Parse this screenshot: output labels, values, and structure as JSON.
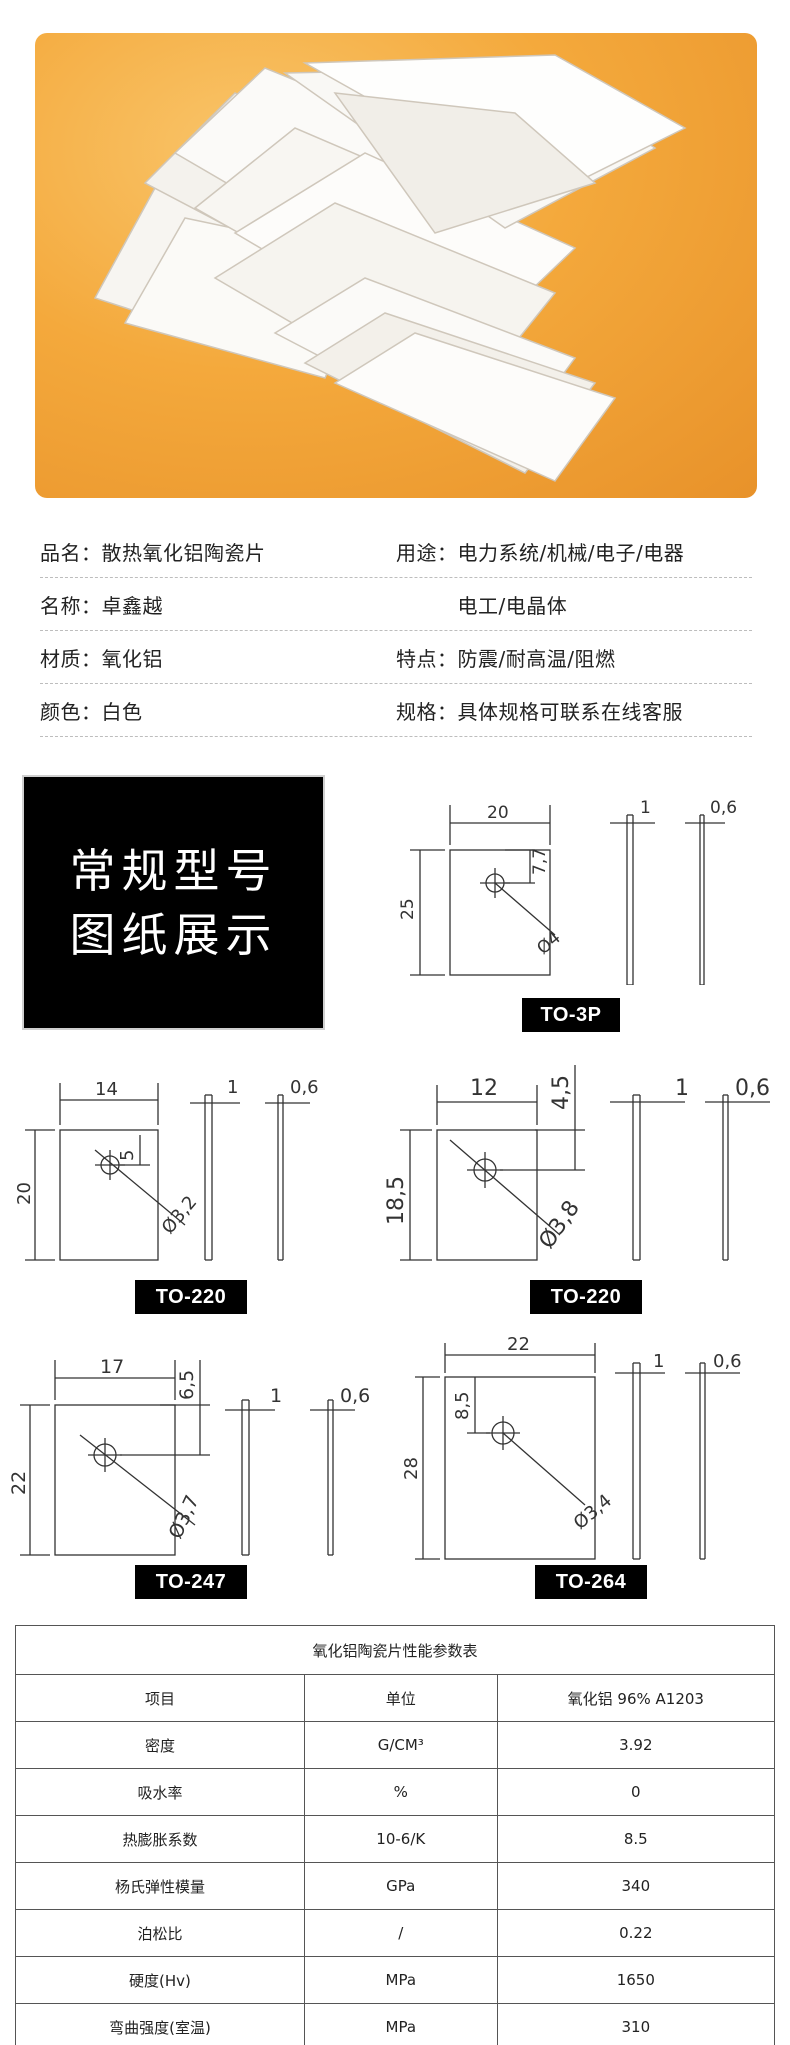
{
  "info": {
    "rows": [
      {
        "left": "品名：散热氧化铝陶瓷片",
        "right": "用途：电力系统/机械/电子/电器"
      },
      {
        "left": "名称：卓鑫越",
        "right": "　　　电工/电晶体"
      },
      {
        "left": "材质：氧化铝",
        "right": "特点：防震/耐高温/阻燃"
      },
      {
        "left": "颜色：白色",
        "right": "规格：具体规格可联系在线客服"
      }
    ]
  },
  "drawings": {
    "header_lines": [
      "常规型号",
      "图纸展示"
    ],
    "d1": {
      "tag": "TO-3P",
      "w": "20",
      "h": "25",
      "hole_off": "7,7",
      "dia": "Ø4",
      "t1": "1",
      "t2": "0,6"
    },
    "d2": {
      "tag": "TO-220",
      "w": "14",
      "h": "20",
      "hole_off": "5",
      "dia": "Ø3,2",
      "t1": "1",
      "t2": "0,6"
    },
    "d3": {
      "tag": "TO-220",
      "w": "12",
      "h": "18,5",
      "hole_off": "4,5",
      "dia": "Ø3,8",
      "t1": "1",
      "t2": "0,6"
    },
    "d4": {
      "tag": "TO-247",
      "w": "17",
      "h": "22",
      "hole_off": "6,5",
      "dia": "Ø3,7",
      "t1": "1",
      "t2": "0,6"
    },
    "d5": {
      "tag": "TO-264",
      "w": "22",
      "h": "28",
      "hole_off": "8,5",
      "dia": "Ø3,4",
      "t1": "1",
      "t2": "0,6"
    }
  },
  "table": {
    "title": "氧化铝陶瓷片性能参数表",
    "header": [
      "项目",
      "单位",
      "氧化铝 96% A1203"
    ],
    "rows": [
      [
        "密度",
        "G/CM³",
        "3.92"
      ],
      [
        "吸水率",
        "%",
        "0"
      ],
      [
        "热膨胀系数",
        "10-6/K",
        "8.5"
      ],
      [
        "杨氏弹性模量",
        "GPa",
        "340"
      ],
      [
        "泊松比",
        "/",
        "0.22"
      ],
      [
        "硬度(Hv)",
        "MPa",
        "1650"
      ],
      [
        "弯曲强度(室温)",
        "MPa",
        "310"
      ],
      [
        "",
        "",
        ""
      ]
    ]
  }
}
